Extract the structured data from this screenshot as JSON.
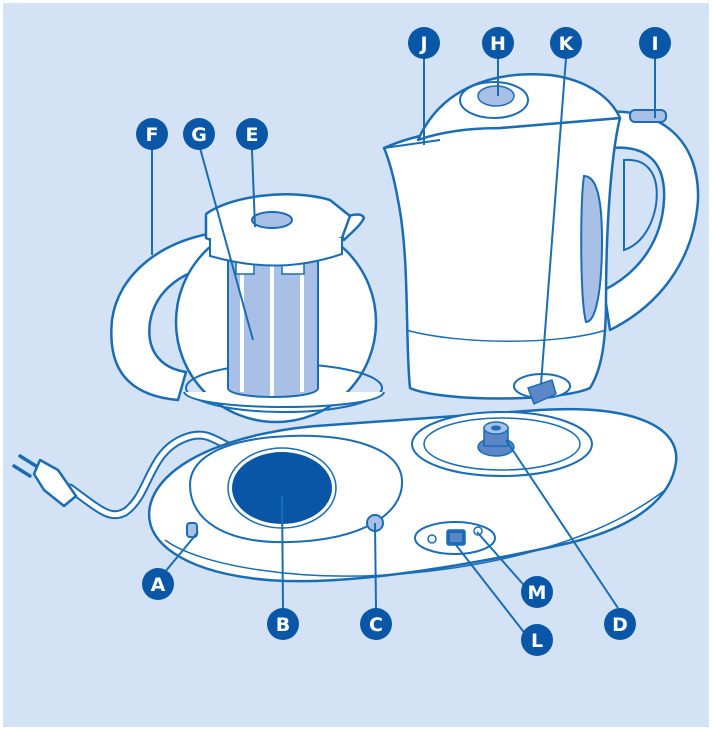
{
  "diagram": {
    "colors": {
      "background": "#d3e2f4",
      "outline": "#1a6db5",
      "marker_fill": "#0a57a8",
      "marker_text": "#ffffff",
      "appliance_fill": "#ffffff",
      "filter_fill": "#a9c0e6",
      "heating_plate": "#0a56a6"
    },
    "labels": {
      "A": "A",
      "B": "B",
      "C": "C",
      "D": "D",
      "E": "E",
      "F": "F",
      "G": "G",
      "H": "H",
      "I": "I",
      "J": "J",
      "K": "K",
      "L": "L",
      "M": "M"
    }
  }
}
